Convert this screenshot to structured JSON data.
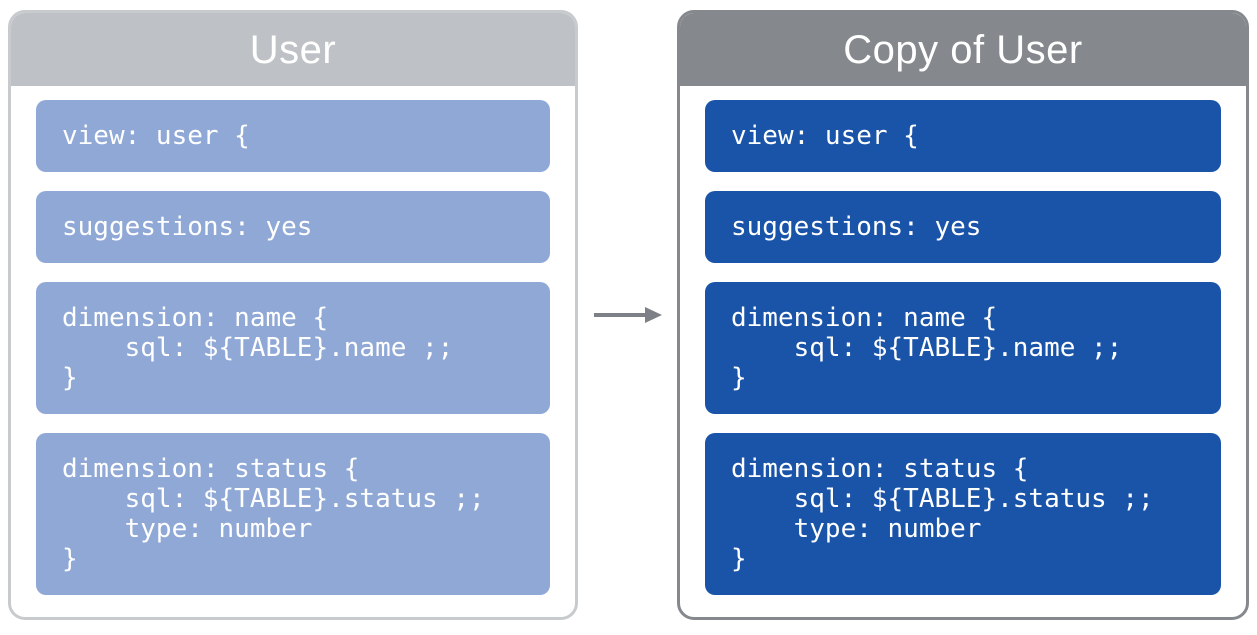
{
  "colors": {
    "left-header": "#bec2c6",
    "left-border": "#c8cbce",
    "right-header": "#85898d",
    "right-border": "#85898d",
    "light-blue": "#8fa8d6",
    "dark-blue": "#1a54a8",
    "arrow-color": "#7d8187"
  },
  "arrow": {
    "icon": "right-arrow"
  },
  "panels": [
    {
      "title": "User",
      "blocks": [
        {
          "lines": [
            "view: user {"
          ]
        },
        {
          "lines": [
            "suggestions: yes"
          ]
        },
        {
          "lines": [
            "dimension: name {",
            "    sql: ${TABLE}.name ;;",
            "}"
          ]
        },
        {
          "lines": [
            "dimension: status {",
            "    sql: ${TABLE}.status ;;",
            "    type: number",
            "}"
          ]
        }
      ]
    },
    {
      "title": "Copy of User",
      "blocks": [
        {
          "lines": [
            "view: user {"
          ]
        },
        {
          "lines": [
            "suggestions: yes"
          ]
        },
        {
          "lines": [
            "dimension: name {",
            "    sql: ${TABLE}.name ;;",
            "}"
          ]
        },
        {
          "lines": [
            "dimension: status {",
            "    sql: ${TABLE}.status ;;",
            "    type: number",
            "}"
          ]
        }
      ]
    }
  ]
}
